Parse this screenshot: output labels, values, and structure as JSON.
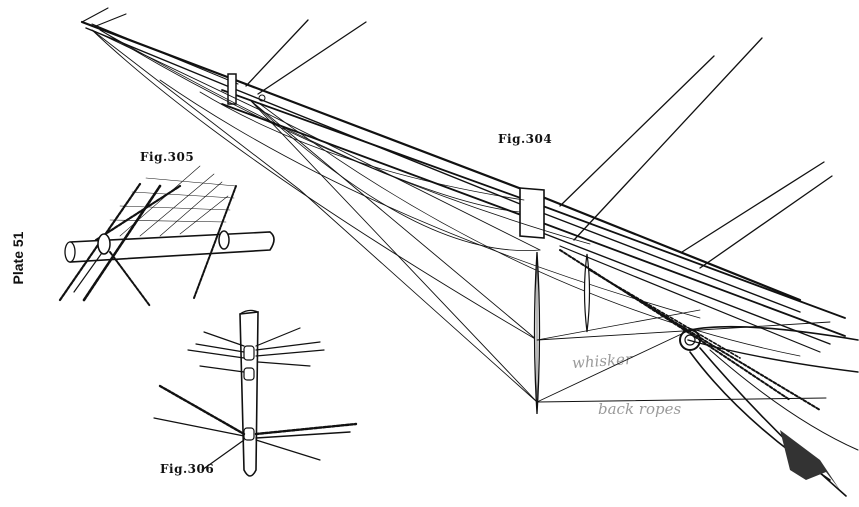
{
  "plate": {
    "label": "Plate 51"
  },
  "figures": [
    {
      "id": "fig304",
      "label": "Fig.304"
    },
    {
      "id": "fig305",
      "label": "Fig.305"
    },
    {
      "id": "fig306",
      "label": "Fig.306"
    }
  ],
  "annotations": {
    "whisker": "whisker",
    "back_ropes": "back ropes"
  }
}
